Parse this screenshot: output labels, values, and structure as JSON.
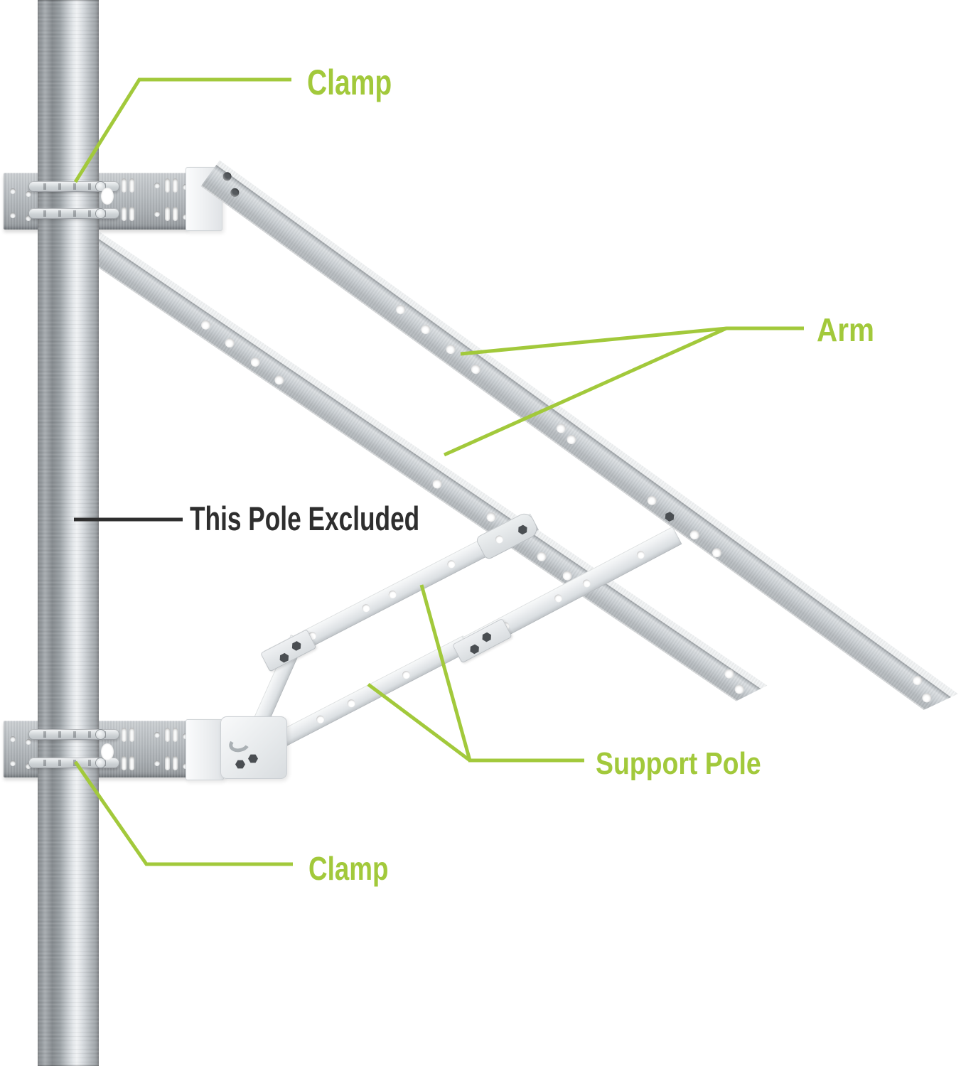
{
  "diagram": {
    "background_color": "#ffffff",
    "accent_color": "#a2c93b",
    "dark_annotation_color": "#2e2e2e",
    "labels": {
      "clamp_top": "Clamp",
      "arm": "Arm",
      "pole_excluded": "This Pole Excluded",
      "support_pole": "Support Pole",
      "clamp_bottom": "Clamp"
    }
  }
}
